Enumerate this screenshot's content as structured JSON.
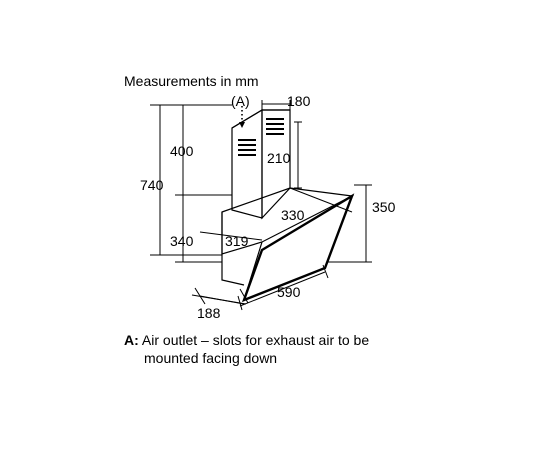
{
  "title": "Measurements in mm",
  "outlet_marker": "(A)",
  "dimensions": {
    "chimney_width": "180",
    "chimney_upper_height": "400",
    "chimney_depth": "210",
    "total_height": "740",
    "body_depth": "330",
    "glass_height": "350",
    "lower_height": "340",
    "body_width_inner": "319",
    "glass_width": "590",
    "bottom_depth": "188"
  },
  "note": {
    "label": "A:",
    "line1": "Air outlet – slots for exhaust air to be",
    "line2": "mounted facing down"
  }
}
